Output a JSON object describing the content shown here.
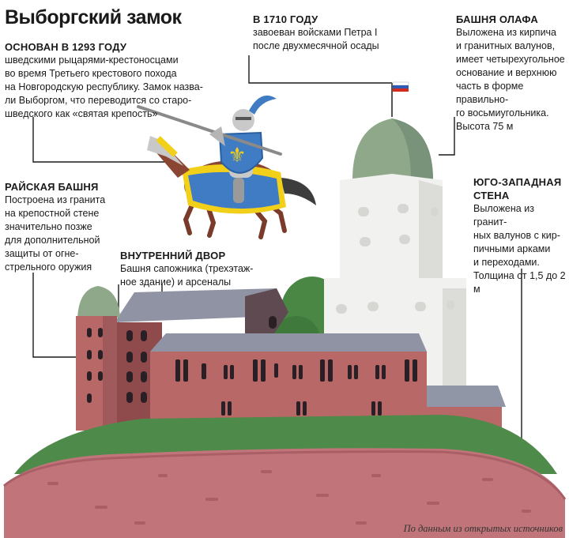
{
  "title": "Выборгский замок",
  "blocks": {
    "founded": {
      "heading": "ОСНОВАН В 1293 ГОДУ",
      "text": "шведскими рыцарями-крестоносцами\nво время Третьего крестового похода\nна Новгородскую республику. Замок назва-\nли Выборгом, что переводится со старо-\nшведского как «святая крепость»"
    },
    "conquered": {
      "heading": "В 1710 ГОДУ",
      "text": "завоеван войсками Петра I\nпосле двухмесячной осады"
    },
    "olaf": {
      "heading": "БАШНЯ ОЛАФА",
      "text": "Выложена из кирпича\nи гранитных валунов,\nимеет четырехугольное\nоснование и верхнюю\nчасть в форме правильно-\nго восьмиугольника.\nВысота 75 м"
    },
    "paradise": {
      "heading": "РАЙСКАЯ БАШНЯ",
      "text": "Построена из гранита\nна крепостной стене\nзначительно позже\nдля дополнительной\nзащиты от огне-\nстрельного оружия"
    },
    "courtyard": {
      "heading": "ВНУТРЕННИЙ ДВОР",
      "text": "Башня сапожника (трехэтаж-\nное здание) и арсеналы"
    },
    "southwest": {
      "heading": "ЮГО-ЗАПАДНАЯ\nСТЕНА",
      "text": "Выложена из гранит-\nных валунов с кир-\nпичными арками\nи переходами.\nТолщина от 1,5 до 2 м"
    }
  },
  "source": "По данным из открытых источников",
  "colors": {
    "brick": "#b86866",
    "brick_dark": "#8f4a4c",
    "roof": "#8f93a3",
    "roof_dark": "#5f4a52",
    "tower_white": "#f1f1ef",
    "dome_green": "#8fa889",
    "hill_green": "#4e8a4a",
    "rock": "#c1757a",
    "shield_blue": "#3f7cc4",
    "caparison_yellow": "#f2d01a"
  },
  "icons": [
    "knight-on-horse",
    "russian-flag",
    "castle-illustration"
  ]
}
